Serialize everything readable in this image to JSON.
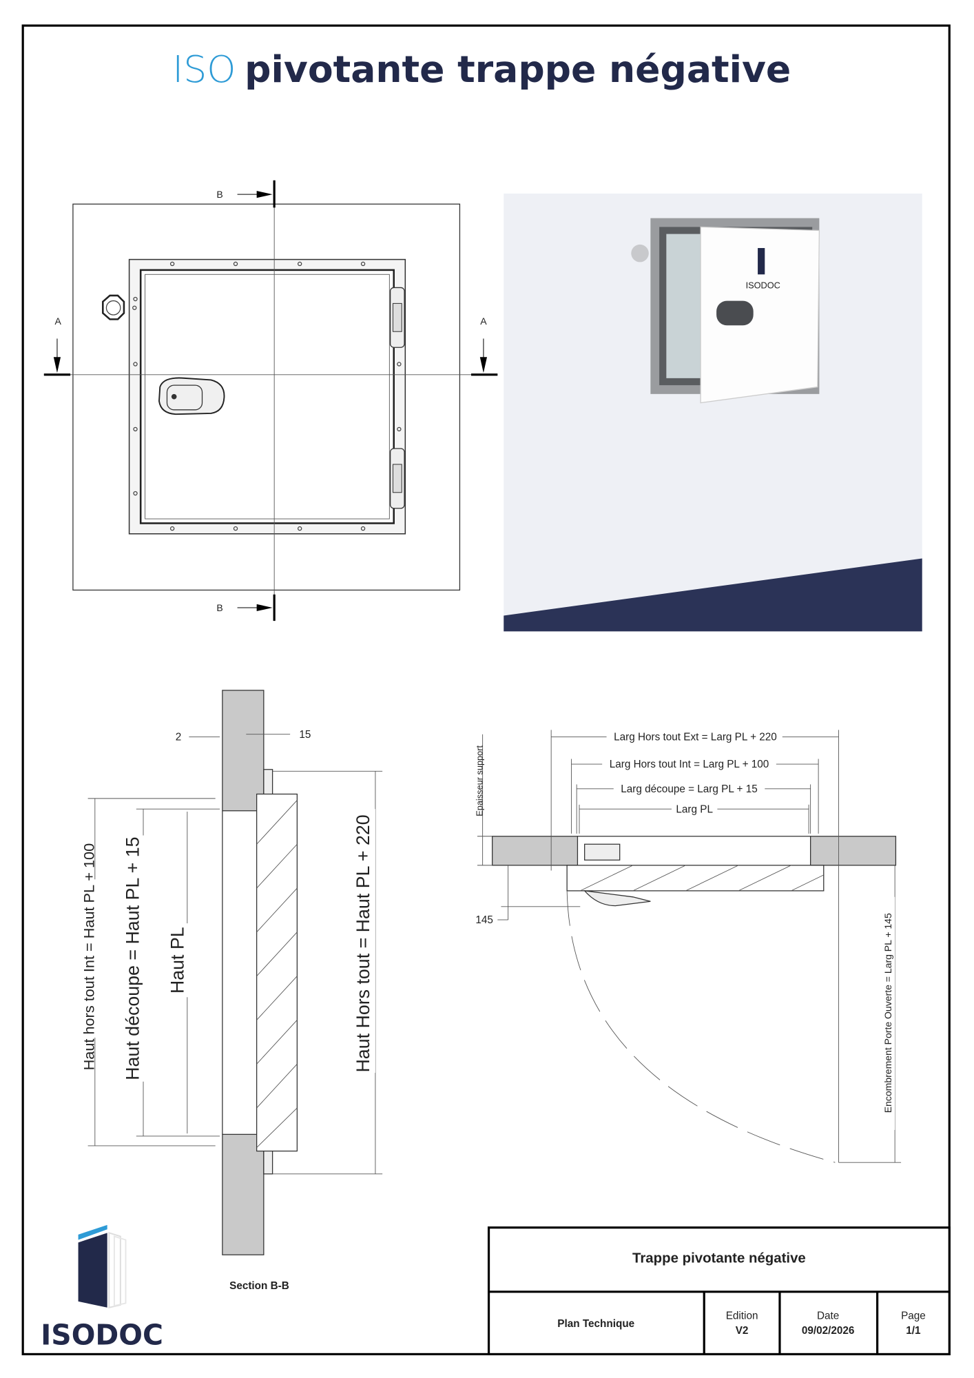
{
  "header": {
    "title_brand": "ISO",
    "title_rest": "pivotante trappe négative",
    "brand_color": "#2e9bd6",
    "text_color": "#22294a"
  },
  "front_view": {
    "section_b_label": "B",
    "section_a_label": "A"
  },
  "photo": {
    "door_logo_text": "ISODOC"
  },
  "section_bb": {
    "dim_2": "2",
    "dim_15": "15",
    "haut_hors_tout_int": "Haut hors tout Int = Haut PL + 100",
    "haut_decoupe": "Haut découpe = Haut PL + 15",
    "haut_pl": "Haut PL",
    "haut_hors_tout": "Haut Hors tout = Haut PL + 220",
    "caption": "Section B-B"
  },
  "section_aa": {
    "epaisseur_support": "Epaisseur support",
    "larg_hors_tout_ext": "Larg Hors tout Ext = Larg PL + 220",
    "larg_hors_tout_int": "Larg Hors tout Int = Larg PL + 100",
    "larg_decoupe": "Larg découpe = Larg PL + 15",
    "larg_pl": "Larg PL",
    "dim_145": "145",
    "encombrement": "Encombrement Porte Ouverte = Larg PL + 145"
  },
  "title_block": {
    "title": "Trappe pivotante négative",
    "doc_type": "Plan Technique",
    "edition_label": "Edition",
    "edition_value": "V2",
    "date_label": "Date",
    "date_value": "09/02/2026",
    "page_label": "Page",
    "page_value": "1/1"
  },
  "logo": {
    "text": "ISODOC"
  }
}
